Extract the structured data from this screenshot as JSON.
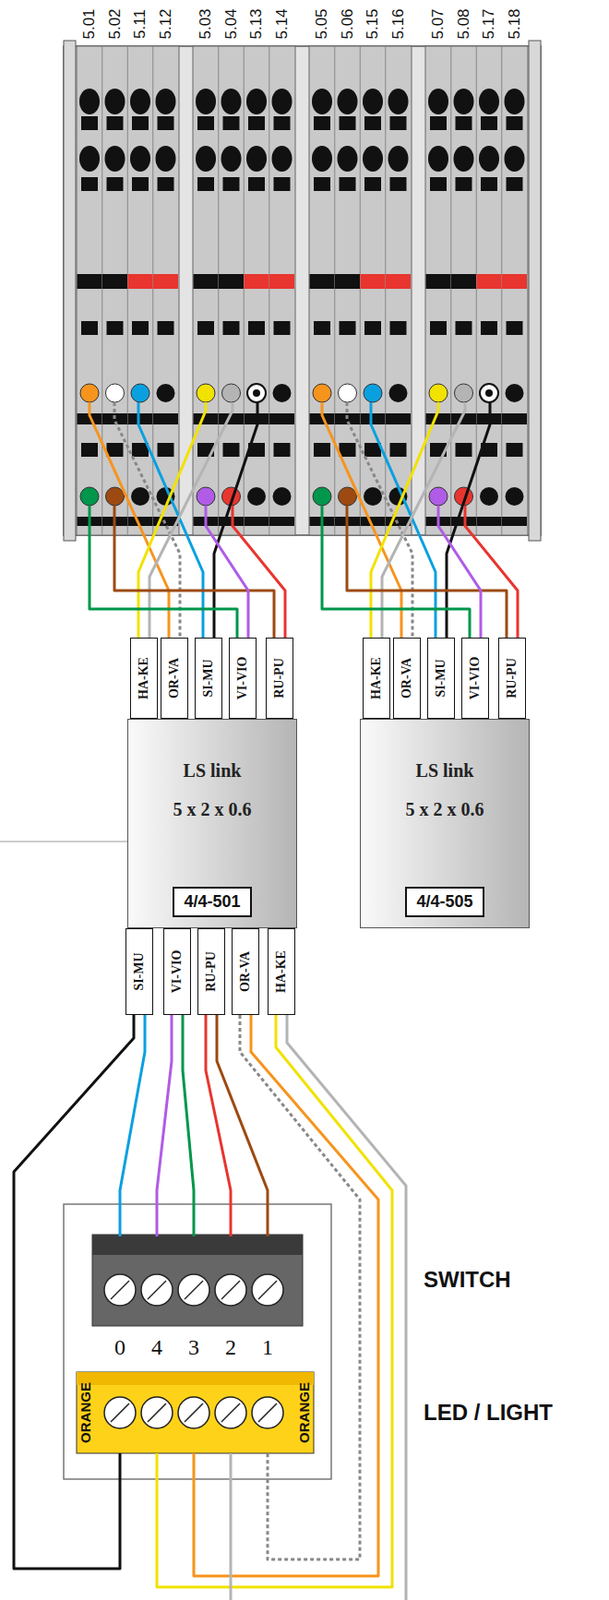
{
  "diagram": {
    "nodes": [
      {
        "text": [
          "HA-KE"
        ]
      },
      {
        "text": [
          "OR-VA"
        ]
      },
      {
        "text": [
          "SI-MU"
        ]
      },
      {
        "text": [
          "VI-VIO"
        ]
      },
      {
        "text": [
          "RU-PU"
        ]
      },
      {
        "text": [
          "HA-KE"
        ]
      },
      {
        "text": [
          "OR-VA"
        ]
      },
      {
        "text": [
          "SI-MU"
        ]
      },
      {
        "text": [
          "VI-VIO"
        ]
      },
      {
        "text": [
          "RU-PU"
        ]
      },
      {
        "text": [
          "LS link",
          "5 x 2 x 0.6"
        ]
      },
      {
        "text": [
          "4/4-501"
        ],
        "in": 10
      },
      {
        "text": [
          "LS link",
          "5 x 2 x 0.6"
        ]
      },
      {
        "text": [
          "4/4-505"
        ],
        "in": 12
      },
      {
        "text": [
          "SI-MU"
        ]
      },
      {
        "text": [
          "VI-VIO"
        ]
      },
      {
        "text": [
          "RU-PU"
        ]
      },
      {
        "text": [
          "OR-VA"
        ]
      },
      {
        "text": [
          "HA-KE"
        ]
      }
    ],
    "labels": [
      "5.01",
      "5.02",
      "5.11",
      "5.12",
      "5.03",
      "5.04",
      "5.13",
      "5.14",
      "5.05",
      "5.06",
      "5.15",
      "5.16",
      "5.07",
      "5.08",
      "5.17",
      "5.18",
      "0",
      "4",
      "3",
      "2",
      "1",
      "ORANGE",
      "ORANGE",
      "SWITCH",
      "LED / LIGHT"
    ]
  }
}
